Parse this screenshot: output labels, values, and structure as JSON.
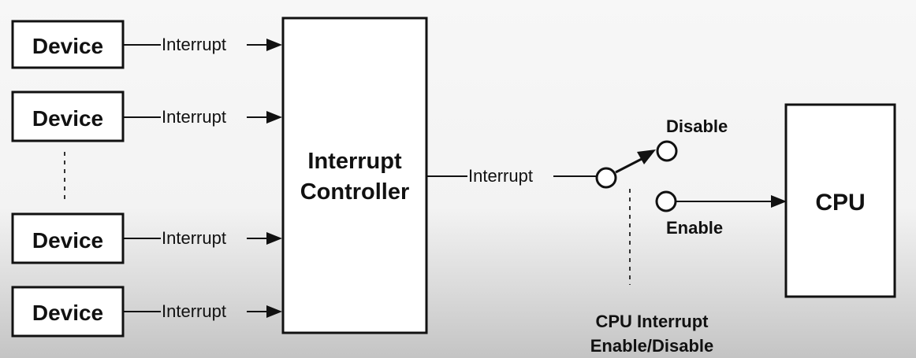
{
  "devices": [
    {
      "label": "Device",
      "signal": "Interrupt"
    },
    {
      "label": "Device",
      "signal": "Interrupt"
    },
    {
      "label": "Device",
      "signal": "Interrupt"
    },
    {
      "label": "Device",
      "signal": "Interrupt"
    }
  ],
  "controller": {
    "line1": "Interrupt",
    "line2": "Controller"
  },
  "controller_output": "Interrupt",
  "switch": {
    "disable_label": "Disable",
    "enable_label": "Enable"
  },
  "cpu": {
    "label": "CPU"
  },
  "caption": {
    "line1": "CPU Interrupt",
    "line2": "Enable/Disable"
  }
}
